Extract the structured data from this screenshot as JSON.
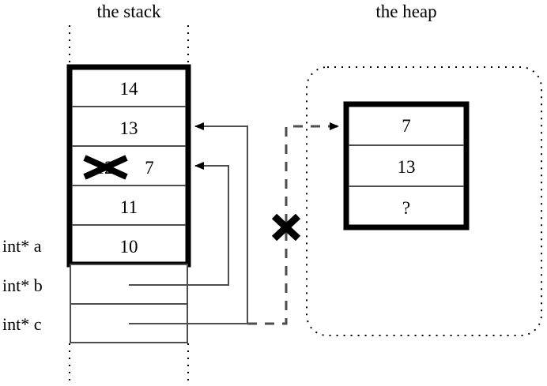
{
  "diagram": {
    "type": "memory-diagram",
    "titles": {
      "stack": "the stack",
      "heap": "the heap"
    },
    "stack": {
      "cells": [
        {
          "value": "14",
          "struck": false
        },
        {
          "value": "13",
          "struck": false
        },
        {
          "value": "12",
          "struck": true,
          "new_value": "7"
        },
        {
          "value": "11",
          "struck": false
        },
        {
          "value": "10",
          "struck": false
        }
      ],
      "variables": [
        {
          "label": "int* a",
          "points_to": "heap-row-0-dead"
        },
        {
          "label": "int* b",
          "points_to": "stack-cell-2"
        },
        {
          "label": "int* c",
          "points_to": "stack-cell-1"
        }
      ]
    },
    "heap": {
      "cells": [
        {
          "value": "7"
        },
        {
          "value": "13"
        },
        {
          "value": "?"
        }
      ]
    },
    "annotations": {
      "invalid_pointer_mark": "X",
      "invalid_value_mark": "X"
    },
    "colors": {
      "ink": "#000000",
      "background": "#ffffff",
      "rule": "#4d4d4d"
    }
  }
}
